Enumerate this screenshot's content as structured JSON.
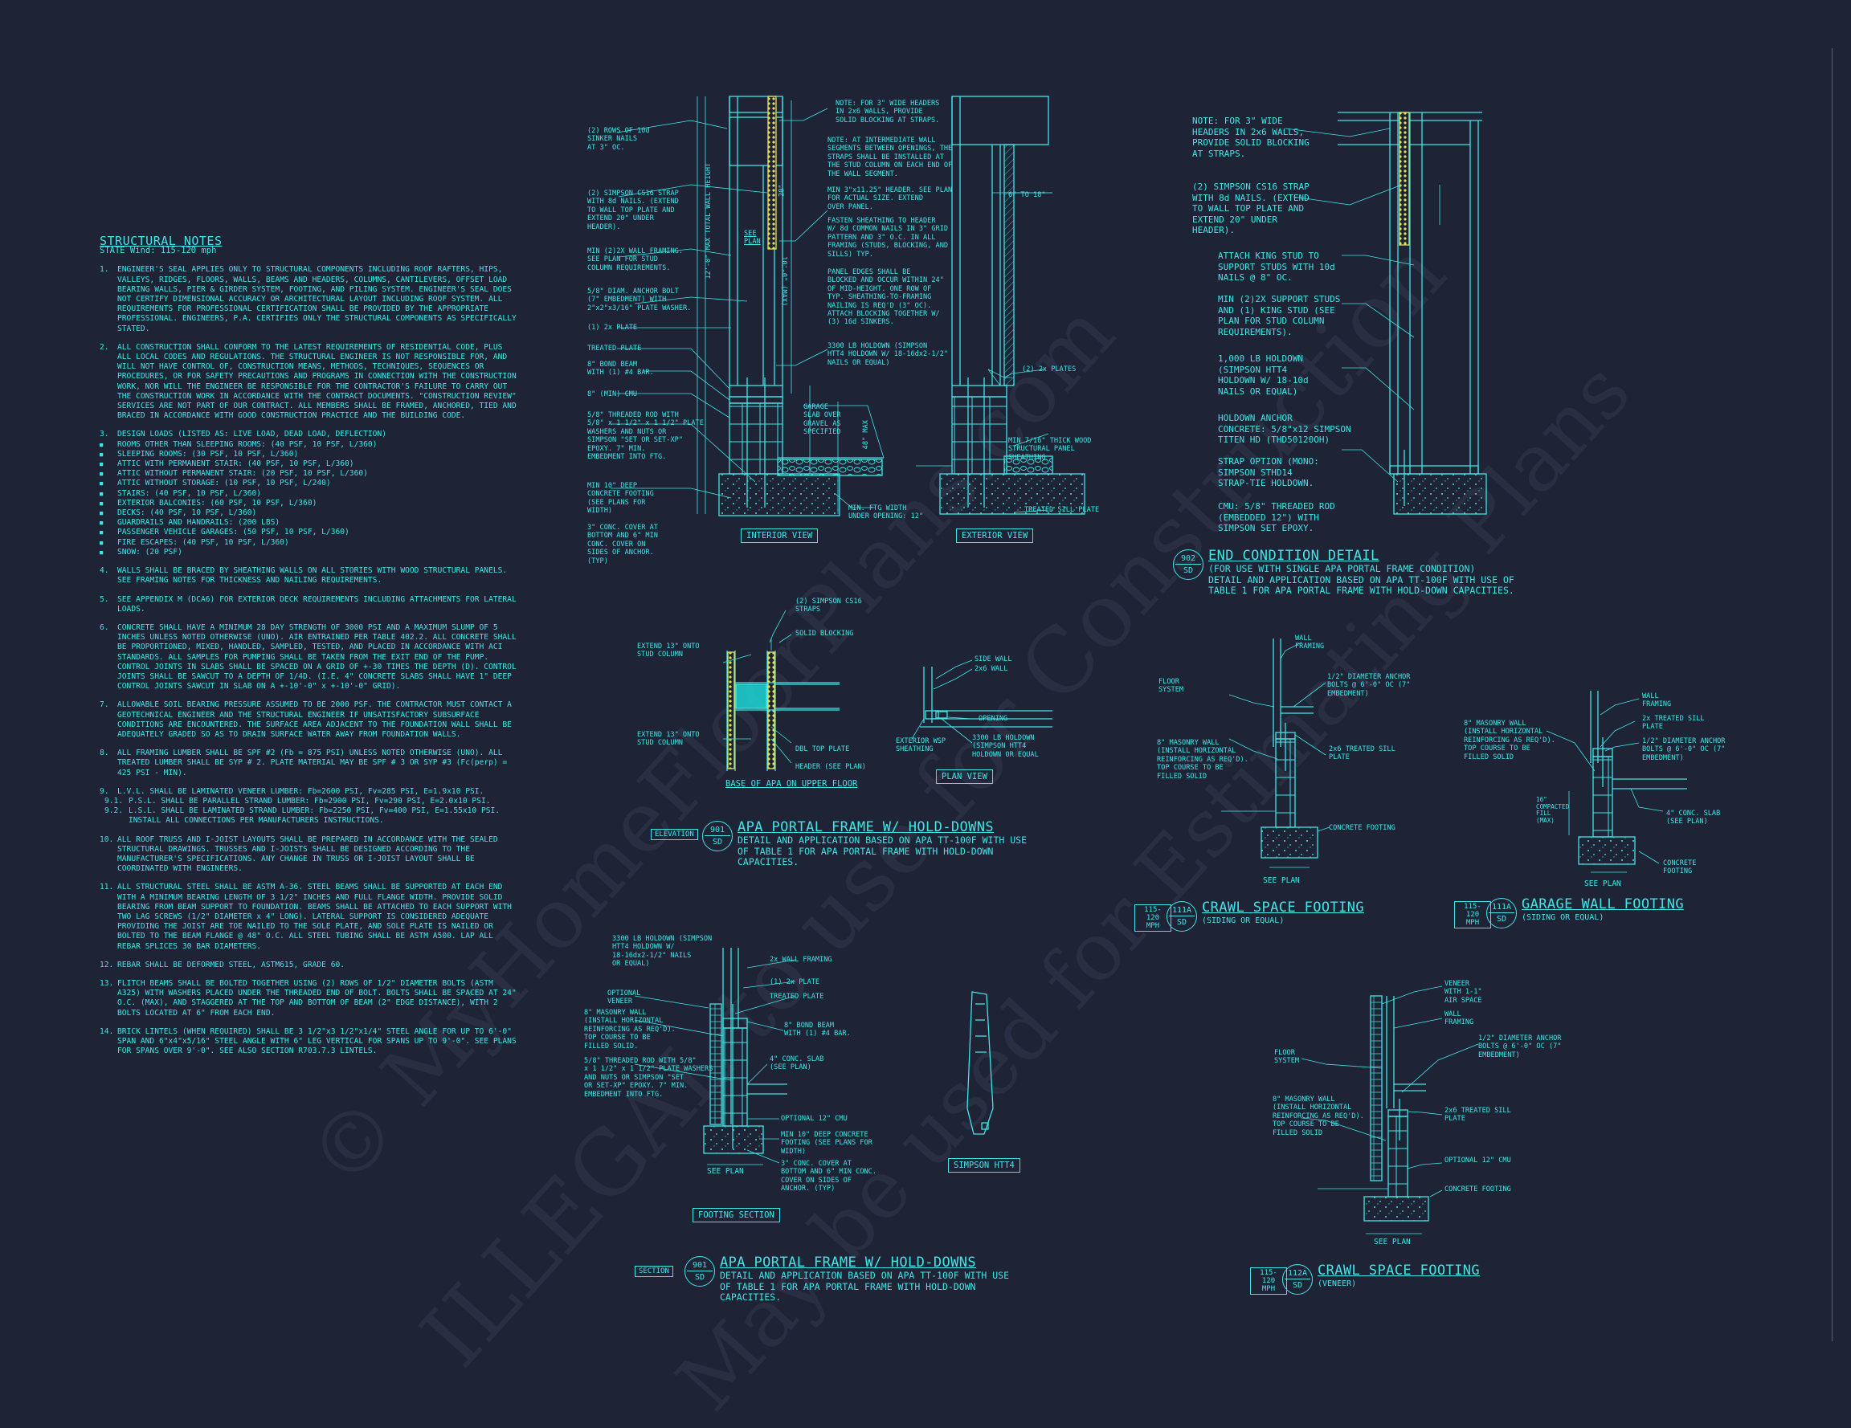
{
  "notes": {
    "title": "STRUCTURAL NOTES",
    "subtitle": "STATE Wind: 115-120 mph",
    "items": [
      {
        "num": "1.",
        "text": "ENGINEER'S SEAL APPLIES ONLY TO STRUCTURAL COMPONENTS INCLUDING ROOF RAFTERS, HIPS, VALLEYS, RIDGES, FLOORS, WALLS, BEAMS AND HEADERS, COLUMNS, CANTILEVERS, OFFSET LOAD BEARING WALLS, PIER & GIRDER SYSTEM, FOOTING, AND PILING SYSTEM. ENGINEER'S SEAL DOES NOT CERTIFY DIMENSIONAL ACCURACY OR ARCHITECTURAL LAYOUT INCLUDING ROOF SYSTEM. ALL REQUIREMENTS FOR PROFESSIONAL CERTIFICATION SHALL BE PROVIDED BY THE APPROPRIATE PROFESSIONAL. ENGINEERS, P.A. CERTIFIES ONLY THE STRUCTURAL COMPONENTS AS SPECIFICALLY STATED."
      },
      {
        "num": "2.",
        "text": "ALL CONSTRUCTION SHALL CONFORM TO THE LATEST REQUIREMENTS OF RESIDENTIAL CODE, PLUS ALL LOCAL CODES AND REGULATIONS. THE STRUCTURAL ENGINEER IS NOT RESPONSIBLE FOR, AND WILL NOT HAVE CONTROL OF, CONSTRUCTION MEANS, METHODS, TECHNIQUES, SEQUENCES OR PROCEDURES, OR FOR SAFETY PRECAUTIONS AND PROGRAMS IN CONNECTION WITH THE CONSTRUCTION WORK, NOR WILL THE ENGINEER BE RESPONSIBLE FOR THE CONTRACTOR'S FAILURE TO CARRY OUT THE CONSTRUCTION WORK IN ACCORDANCE WITH THE CONTRACT DOCUMENTS. \"CONSTRUCTION REVIEW\" SERVICES ARE NOT PART OF OUR CONTRACT. ALL MEMBERS SHALL BE FRAMED, ANCHORED, TIED AND BRACED IN ACCORDANCE WITH GOOD CONSTRUCTION PRACTICE AND THE BUILDING CODE."
      },
      {
        "num": "3.",
        "text": "DESIGN LOADS (LISTED AS: LIVE LOAD, DEAD LOAD, DEFLECTION)",
        "list": [
          "ROOMS OTHER THAN SLEEPING ROOMS: (40 PSF, 10 PSF, L/360)",
          "SLEEPING ROOMS: (30 PSF, 10 PSF, L/360)",
          "ATTIC WITH PERMANENT STAIR: (40 PSF, 10 PSF, L/360)",
          "ATTIC WITHOUT PERMANENT STAIR: (20 PSF, 10 PSF, L/360)",
          "ATTIC WITHOUT STORAGE: (10 PSF, 10 PSF, L/240)",
          "STAIRS: (40 PSF, 10 PSF, L/360)",
          "EXTERIOR BALCONIES: (60 PSF, 10 PSF, L/360)",
          "DECKS: (40 PSF, 10 PSF, L/360)",
          "GUARDRAILS AND HANDRAILS: (200 LBS)",
          "PASSENGER VEHICLE GARAGES: (50 PSF, 10 PSF, L/360)",
          "FIRE ESCAPES: (40 PSF, 10 PSF, L/360)",
          "SNOW: (20 PSF)"
        ]
      },
      {
        "num": "4.",
        "text": "WALLS SHALL BE BRACED BY SHEATHING WALLS ON ALL STORIES WITH WOOD STRUCTURAL PANELS. SEE FRAMING NOTES FOR THICKNESS AND NAILING REQUIREMENTS."
      },
      {
        "num": "5.",
        "text": "SEE APPENDIX M (DCA6) FOR EXTERIOR DECK REQUIREMENTS INCLUDING ATTACHMENTS FOR LATERAL LOADS."
      },
      {
        "num": "6.",
        "text": "CONCRETE SHALL HAVE A MINIMUM 28 DAY STRENGTH OF 3000 PSI AND A MAXIMUM SLUMP OF 5 INCHES UNLESS NOTED OTHERWISE (UNO). AIR ENTRAINED PER TABLE 402.2. ALL CONCRETE SHALL BE PROPORTIONED, MIXED, HANDLED, SAMPLED, TESTED, AND PLACED IN ACCORDANCE WITH ACI STANDARDS. ALL SAMPLES FOR PUMPING SHALL BE TAKEN FROM THE EXIT END OF THE PUMP. CONTROL JOINTS IN SLABS SHALL BE SPACED ON A GRID OF +-30 TIMES THE DEPTH (D). CONTROL JOINTS SHALL BE SAWCUT TO A DEPTH OF 1/4D. (I.E. 4\" CONCRETE SLABS SHALL HAVE 1\" DEEP CONTROL JOINTS SAWCUT IN SLAB ON A +-10'-0\" x +-10'-0\" GRID)."
      },
      {
        "num": "7.",
        "text": "ALLOWABLE SOIL BEARING PRESSURE ASSUMED TO BE 2000 PSF. THE CONTRACTOR MUST CONTACT A GEOTECHNICAL ENGINEER AND THE STRUCTURAL ENGINEER IF UNSATISFACTORY SUBSURFACE CONDITIONS ARE ENCOUNTERED. THE SURFACE AREA ADJACENT TO THE FOUNDATION WALL SHALL BE ADEQUATELY GRADED SO AS TO DRAIN SURFACE WATER AWAY FROM FOUNDATION WALLS."
      },
      {
        "num": "8.",
        "text": "ALL FRAMING LUMBER SHALL BE SPF #2 (Fb = 875 PSI) UNLESS NOTED OTHERWISE (UNO). ALL TREATED LUMBER SHALL BE SYP # 2. PLATE MATERIAL MAY BE SPF # 3 OR SYP #3 (Fc(perp) = 425 PSI - MIN)."
      },
      {
        "num": "9.",
        "text": "L.V.L. SHALL BE LAMINATED VENEER LUMBER: Fb=2600 PSI, Fv=285 PSI, E=1.9x10 PSI.",
        "sub": [
          {
            "num": "9.1.",
            "text": "P.S.L. SHALL BE PARALLEL STRAND LUMBER: Fb=2900 PSI, Fv=290 PSI, E=2.0x10 PSI."
          },
          {
            "num": "9.2.",
            "text": "L.S.L. SHALL BE LAMINATED STRAND LUMBER: Fb=2250 PSI, Fv=400 PSI, E=1.55x10 PSI. INSTALL ALL CONNECTIONS PER MANUFACTURERS INSTRUCTIONS."
          }
        ]
      },
      {
        "num": "10.",
        "text": "ALL ROOF TRUSS AND I-JOIST LAYOUTS SHALL BE PREPARED IN ACCORDANCE WITH THE SEALED STRUCTURAL DRAWINGS. TRUSSES AND I-JOISTS SHALL BE DESIGNED ACCORDING TO THE MANUFACTURER'S SPECIFICATIONS. ANY CHANGE IN TRUSS OR I-JOIST LAYOUT SHALL BE COORDINATED WITH ENGINEERS."
      },
      {
        "num": "11.",
        "text": "ALL STRUCTURAL STEEL SHALL BE ASTM A-36. STEEL BEAMS SHALL BE SUPPORTED AT EACH END WITH A MINIMUM BEARING LENGTH OF 3 1/2\" INCHES AND FULL FLANGE WIDTH. PROVIDE SOLID BEARING FROM BEAM SUPPORT TO FOUNDATION. BEAMS SHALL BE ATTACHED TO EACH SUPPORT WITH TWO LAG SCREWS (1/2\" DIAMETER x 4\" LONG). LATERAL SUPPORT IS CONSIDERED ADEQUATE PROVIDING THE JOIST ARE TOE NAILED TO THE SOLE PLATE, AND SOLE PLATE IS NAILED OR BOLTED TO THE BEAM FLANGE @ 48\" O.C. ALL STEEL TUBING SHALL BE ASTM A500. LAP ALL REBAR SPLICES 30 BAR DIAMETERS."
      },
      {
        "num": "12.",
        "text": "REBAR SHALL BE DEFORMED STEEL, ASTM615, GRADE 60."
      },
      {
        "num": "13.",
        "text": "FLITCH BEAMS SHALL BE BOLTED TOGETHER USING (2) ROWS OF 1/2\" DIAMETER BOLTS (ASTM A325) WITH WASHERS PLACED UNDER THE THREADED END OF BOLT. BOLTS SHALL BE SPACED AT 24\" O.C. (MAX), AND STAGGERED AT THE TOP AND BOTTOM OF BEAM (2\" EDGE DISTANCE), WITH 2 BOLTS LOCATED AT 6\" FROM EACH END."
      },
      {
        "num": "14.",
        "text": "BRICK LINTELS (WHEN REQUIRED) SHALL BE 3 1/2\"x3 1/2\"x1/4\" STEEL ANGLE FOR UP TO 6'-0\" SPAN AND 6\"x4\"x5/16\" STEEL ANGLE WITH 6\" LEG VERTICAL FOR SPANS UP TO 9'-0\". SEE PLANS FOR SPANS OVER 9'-0\". SEE ALSO SECTION R703.7.3 LINTELS."
      }
    ]
  },
  "tags": {
    "interior_view": "INTERIOR VIEW",
    "exterior_view": "EXTERIOR VIEW",
    "plan_view": "PLAN VIEW",
    "footing_section": "FOOTING SECTION",
    "simpson_htt4": "SIMPSON HTT4",
    "base_of_apa": "BASE OF APA ON UPPER FLOOR",
    "see_plan": "SEE PLAN",
    "elevation": "ELEVATION",
    "section": "SECTION"
  },
  "details": {
    "end_condition": {
      "sheet_top": "902",
      "sheet_bot": "SD",
      "title": "END CONDITION DETAIL",
      "desc": [
        "(FOR USE WITH SINGLE APA PORTAL FRAME CONDITION)",
        "DETAIL AND APPLICATION BASED ON APA TT-100F WITH USE OF",
        "TABLE 1 FOR APA PORTAL FRAME WITH HOLD-DOWN CAPACITIES."
      ]
    },
    "apa_elevation": {
      "sheet_top": "901",
      "sheet_bot": "SD",
      "title": "APA PORTAL FRAME W/ HOLD-DOWNS",
      "desc": [
        "DETAIL AND APPLICATION BASED ON APA TT-100F WITH USE",
        "OF TABLE 1 FOR APA PORTAL FRAME WITH HOLD-DOWN",
        "CAPACITIES."
      ]
    },
    "apa_section": {
      "sheet_top": "901",
      "sheet_bot": "SD",
      "title": "APA PORTAL FRAME W/ HOLD-DOWNS",
      "desc": [
        "DETAIL AND APPLICATION BASED ON APA TT-100F WITH USE",
        "OF TABLE 1 FOR APA PORTAL FRAME WITH HOLD-DOWN",
        "CAPACITIES."
      ]
    },
    "crawl_siding": {
      "mph": "115-120 MPH",
      "sheet_top": "111A",
      "sheet_bot": "SD",
      "title": "CRAWL SPACE FOOTING",
      "desc": [
        "(SIDING OR EQUAL)"
      ]
    },
    "garage_wall": {
      "mph": "115-120 MPH",
      "sheet_top": "111A",
      "sheet_bot": "SD",
      "title": "GARAGE WALL FOOTING",
      "desc": [
        "(SIDING OR EQUAL)"
      ]
    },
    "crawl_veneer": {
      "mph": "115-120 MPH",
      "sheet_top": "112A",
      "sheet_bot": "SD",
      "title": "CRAWL SPACE FOOTING",
      "desc": [
        "(VENEER)"
      ]
    }
  },
  "end_condition_notes": [
    "NOTE: FOR 3\" WIDE\nHEADERS IN 2x6 WALLS,\nPROVIDE SOLID BLOCKING\nAT STRAPS.",
    "(2) SIMPSON CS16 STRAP\nWITH 8d NAILS. (EXTEND\nTO WALL TOP PLATE AND\nEXTEND 20\" UNDER\nHEADER).",
    "ATTACH KING STUD TO\nSUPPORT STUDS WITH 10d\nNAILS @ 8\" OC.",
    "MIN (2)2X SUPPORT STUDS\nAND (1) KING STUD (SEE\nPLAN FOR STUD COLUMN\nREQUIREMENTS).",
    "1,000 LB HOLDOWN\n(SIMPSON HTT4\nHOLDOWN W/ 18-10d\nNAILS OR EQUAL)",
    "HOLDOWN ANCHOR\nCONCRETE: 5/8\"x12 SIMPSON\nTITEN HD (THD50120OH)",
    "STRAP OPTION (MONO:\nSIMPSON STHD14\nSTRAP-TIE HOLDOWN.",
    "CMU: 5/8\" THREADED ROD\n(EMBEDDED 12\") WITH\nSIMPSON SET EPOXY."
  ],
  "interior_labels": [
    "(2) ROWS OF 10d\nSINKER NAILS\nAT 3\" OC.",
    "(2) SIMPSON CS16 STRAP\nWITH 8d NAILS. (EXTEND\nTO WALL TOP PLATE AND\nEXTEND 20\" UNDER\nHEADER).",
    "MIN (2)2X WALL FRAMING.\nSEE PLAN FOR STUD\nCOLUMN REQUIREMENTS.",
    "5/8\" DIAM. ANCHOR BOLT\n(7\" EMBEDMENT) WITH\n2\"x2\"x3/16\" PLATE WASHER.",
    "(1) 2x PLATE",
    "TREATED PLATE",
    "8\" BOND BEAM\nWITH (1) #4 BAR.",
    "8\" (MIN) CMU",
    "5/8\" THREADED ROD WITH\n5/8\" x 1 1/2\" x 1 1/2\" PLATE\nWASHERS AND NUTS OR\nSIMPSON \"SET OR SET-XP\"\nEPOXY. 7\" MIN.\nEMBEDMENT INTO FTG.",
    "MIN 10\" DEEP\nCONCRETE FOOTING\n(SEE PLANS FOR\nWIDTH)",
    "3\" CONC. COVER AT\nBOTTOM AND 6\" MIN\nCONC. COVER ON\nSIDES OF ANCHOR.\n(TYP)"
  ],
  "middle_labels": [
    "NOTE: FOR 3\" WIDE HEADERS\nIN 2x6 WALLS, PROVIDE\nSOLID BLOCKING AT STRAPS.",
    "NOTE: AT INTERMEDIATE WALL\nSEGMENTS BETWEEN OPENINGS, THE\nSTRAPS SHALL BE INSTALLED AT\nTHE STUD COLUMN ON EACH END OF\nTHE WALL SEGMENT.",
    "MIN 3\"x11.25\" HEADER. SEE PLAN\nFOR ACTUAL SIZE. EXTEND\nOVER PANEL.",
    "FASTEN SHEATHING TO HEADER\nW/ 8d COMMON NAILS IN 3\" GRID\nPATTERN AND 3\" O.C. IN ALL\nFRAMING (STUDS, BLOCKING, AND\nSILLS) TYP.",
    "PANEL EDGES SHALL BE\nBLOCKED AND OCCUR WITHIN 24\"\nOF MID-HEIGHT. ONE ROW OF\nTYP. SHEATHING-TO-FRAMING\nNAILING IS REQ'D (3\" OC).\nATTACH BLOCKING TOGETHER W/\n(3) 16d SINKERS.",
    "3300 LB HOLDOWN (SIMPSON\nHTT4 HOLDOWN W/ 18-16dx2-1/2\"\nNAILS OR EQUAL)",
    "GARAGE\nSLAB OVER\nGRAVEL AS\nSPECIFIED",
    "MIN. FTG WIDTH\nUNDER OPENING: 12\"",
    "6\" TO 18\"",
    "(2) 2x PLATES",
    "MIN 7/16\" THICK WOOD\nSTRUCTURAL PANEL\nSHEATHING",
    "TREATED SILL PLATE",
    "SEE\nPLAN",
    "20\"",
    "10'-0\" (MAX)",
    "12'-0\" MAX TOTAL WALL HEIGHT",
    "48\" MAX"
  ],
  "base_labels": [
    "(2) SIMPSON CS16\nSTRAPS",
    "SOLID BLOCKING",
    "EXTEND 13\" ONTO\nSTUD COLUMN",
    "EXTEND 13\" ONTO\nSTUD COLUMN",
    "DBL TOP PLATE",
    "HEADER (SEE PLAN)",
    "SIDE WALL",
    "2x6 WALL",
    "EXTERIOR WSP\nSHEATHING",
    "OPENING",
    "3300 LB HOLDOWN\n(SIMPSON HTT4\nHOLDOWN OR EQUAL"
  ],
  "section_labels": [
    "3300 LB HOLDOWN (SIMPSON\nHTT4 HOLDOWN W/\n18-16dx2-1/2\" NAILS\nOR EQUAL)",
    "2x WALL FRAMING",
    "(1) 2x PLATE",
    "TREATED PLATE",
    "OPTIONAL\nVENEER",
    "8\" MASONRY WALL\n(INSTALL HORIZONTAL\nREINFORCING AS REQ'D).\nTOP COURSE TO BE\nFILLED SOLID.",
    "8\" BOND BEAM\nWITH (1) #4 BAR.",
    "4\" CONC. SLAB\n(SEE PLAN)",
    "5/8\" THREADED ROD WITH 5/8\"\nx 1 1/2\" x 1 1/2\" PLATE WASHERS\nAND NUTS OR SIMPSON \"SET\nOR SET-XP\" EPOXY. 7\" MIN.\nEMBEDMENT INTO FTG.",
    "OPTIONAL 12\" CMU",
    "MIN 10\" DEEP CONCRETE\nFOOTING (SEE PLANS FOR\nWIDTH)",
    "3\" CONC. COVER AT\nBOTTOM AND 6\" MIN CONC.\nCOVER ON SIDES OF\nANCHOR. (TYP)"
  ],
  "crawl1_labels": [
    "WALL\nFRAMING",
    "FLOOR\nSYSTEM",
    "1/2\" DIAMETER ANCHOR\nBOLTS @ 6'-0\" OC (7\"\nEMBEDMENT)",
    "8\" MASONRY WALL\n(INSTALL HORIZONTAL\nREINFORCING AS REQ'D).\nTOP COURSE TO BE\nFILLED SOLID",
    "2x6 TREATED SILL\nPLATE",
    "CONCRETE FOOTING",
    "SEE\nPLAN"
  ],
  "garage_labels": [
    "WALL\nFRAMING",
    "8\" MASONRY WALL\n(INSTALL HORIZONTAL\nREINFORCING AS REQ'D).\nTOP COURSE TO BE\nFILLED SOLID",
    "2x TREATED SILL\nPLATE",
    "1/2\" DIAMETER ANCHOR\nBOLTS @ 6'-0\" OC (7\"\nEMBEDMENT)",
    "4\" CONC. SLAB\n(SEE PLAN)",
    "CONCRETE\nFOOTING",
    "16\"\nCOMPACTED\nFILL\n(MAX)",
    "SEE\nPLAN"
  ],
  "crawl2_labels": [
    "VENEER\nWITH 1-1\"\nAIR SPACE",
    "WALL\nFRAMING",
    "1/2\" DIAMETER ANCHOR\nBOLTS @ 6'-0\" OC (7\"\nEMBEDMENT)",
    "FLOOR\nSYSTEM",
    "8\" MASONRY WALL\n(INSTALL HORIZONTAL\nREINFORCING AS REQ'D).\nTOP COURSE TO BE\nFILLED SOLID",
    "2x6 TREATED SILL\nPLATE",
    "OPTIONAL 12\" CMU",
    "CONCRETE FOOTING",
    "SEE\nPLAN"
  ],
  "watermarks": [
    "© MyHomeFloorPlans.com",
    "ILLEGAL to use for Construction",
    "May be used for Estimating Plans"
  ],
  "colors": {
    "background": "#1e2436",
    "linework": "#3fe6e6",
    "strap": "#e6e25a",
    "sheathing_fill": "#1fd6d6",
    "border": "#59607a"
  }
}
